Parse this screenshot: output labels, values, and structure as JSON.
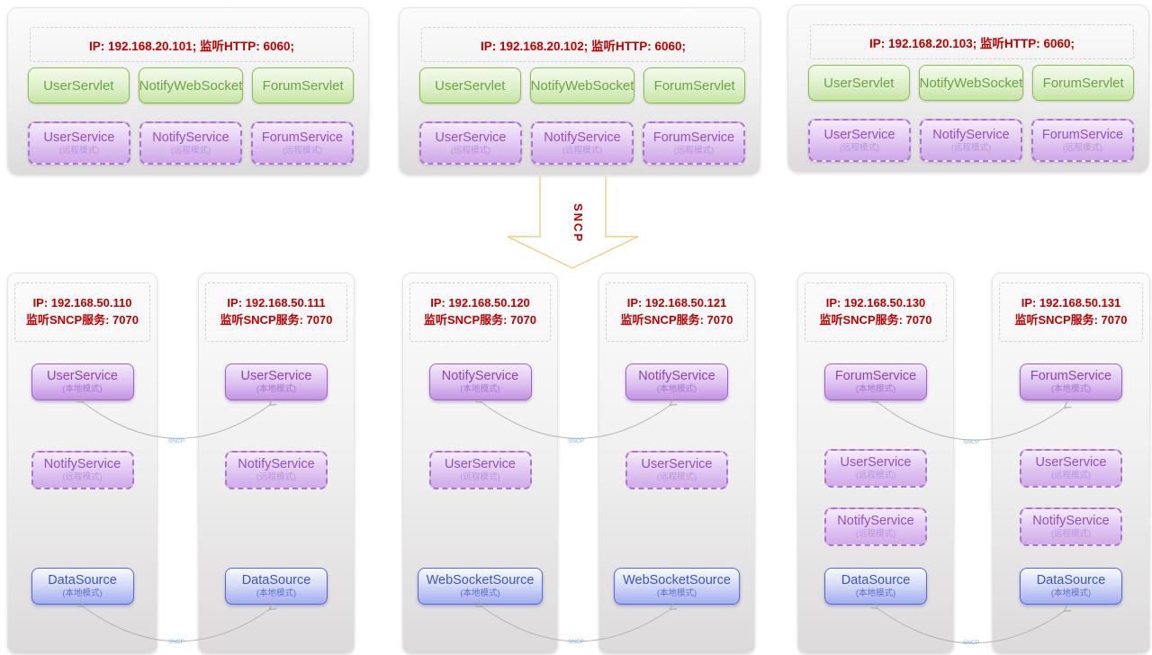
{
  "diagram": {
    "sncp_arrow_label": "SNCP",
    "connector_label": "SNCP",
    "top_servers": [
      {
        "ip": "IP: 192.168.20.101;  监听HTTP: 6060;",
        "servlets": [
          "UserServlet",
          "NotifyWebSocket",
          "ForumServlet"
        ],
        "services": [
          {
            "name": "UserService",
            "mode": "(远程模式)"
          },
          {
            "name": "NotifyService",
            "mode": "(远程模式)"
          },
          {
            "name": "ForumService",
            "mode": "(远程模式)"
          }
        ]
      },
      {
        "ip": "IP: 192.168.20.102;  监听HTTP: 6060;",
        "servlets": [
          "UserServlet",
          "NotifyWebSocket",
          "ForumServlet"
        ],
        "services": [
          {
            "name": "UserService",
            "mode": "(远程模式)"
          },
          {
            "name": "NotifyService",
            "mode": "(远程模式)"
          },
          {
            "name": "ForumService",
            "mode": "(远程模式)"
          }
        ]
      },
      {
        "ip": "IP: 192.168.20.103;  监听HTTP: 6060;",
        "servlets": [
          "UserServlet",
          "NotifyWebSocket",
          "ForumServlet"
        ],
        "services": [
          {
            "name": "UserService",
            "mode": "(远程模式)"
          },
          {
            "name": "NotifyService",
            "mode": "(远程模式)"
          },
          {
            "name": "ForumService",
            "mode": "(远程模式)"
          }
        ]
      }
    ],
    "bottom_servers": [
      {
        "ip_line1": "IP: 192.168.50.110",
        "ip_line2": "监听SNCP服务: 7070",
        "services": [
          {
            "name": "UserService",
            "mode": "(本地模式)",
            "style": "local"
          },
          {
            "name": "NotifyService",
            "mode": "(远程模式)",
            "style": "remote"
          },
          {
            "name": "DataSource",
            "mode": "(本地模式)",
            "style": "source"
          }
        ]
      },
      {
        "ip_line1": "IP: 192.168.50.111",
        "ip_line2": "监听SNCP服务: 7070",
        "services": [
          {
            "name": "UserService",
            "mode": "(本地模式)",
            "style": "local"
          },
          {
            "name": "NotifyService",
            "mode": "(远程模式)",
            "style": "remote"
          },
          {
            "name": "DataSource",
            "mode": "(本地模式)",
            "style": "source"
          }
        ]
      },
      {
        "ip_line1": "IP: 192.168.50.120",
        "ip_line2": "监听SNCP服务: 7070",
        "services": [
          {
            "name": "NotifyService",
            "mode": "(本地模式)",
            "style": "local"
          },
          {
            "name": "UserService",
            "mode": "(远程模式)",
            "style": "remote"
          },
          {
            "name": "WebSocketSource",
            "mode": "(本地模式)",
            "style": "source"
          }
        ]
      },
      {
        "ip_line1": "IP: 192.168.50.121",
        "ip_line2": "监听SNCP服务: 7070",
        "services": [
          {
            "name": "NotifyService",
            "mode": "(本地模式)",
            "style": "local"
          },
          {
            "name": "UserService",
            "mode": "(远程模式)",
            "style": "remote"
          },
          {
            "name": "WebSocketSource",
            "mode": "(本地模式)",
            "style": "source"
          }
        ]
      },
      {
        "ip_line1": "IP: 192.168.50.130",
        "ip_line2": "监听SNCP服务: 7070",
        "services": [
          {
            "name": "ForumService",
            "mode": "(本地模式)",
            "style": "local"
          },
          {
            "name": "UserService",
            "mode": "(远程模式)",
            "style": "remote"
          },
          {
            "name": "NotifyService",
            "mode": "(远程模式)",
            "style": "remote"
          },
          {
            "name": "DataSource",
            "mode": "(本地模式)",
            "style": "source"
          }
        ]
      },
      {
        "ip_line1": "IP: 192.168.50.131",
        "ip_line2": "监听SNCP服务: 7070",
        "services": [
          {
            "name": "ForumService",
            "mode": "(本地模式)",
            "style": "local"
          },
          {
            "name": "UserService",
            "mode": "(远程模式)",
            "style": "remote"
          },
          {
            "name": "NotifyService",
            "mode": "(远程模式)",
            "style": "remote"
          },
          {
            "name": "DataSource",
            "mode": "(本地模式)",
            "style": "source"
          }
        ]
      }
    ],
    "colors": {
      "ip_text_red": "#c00000",
      "servlet_green": "#6ba443",
      "service_purple": "#9350c0",
      "source_blue": "#3b55cb",
      "arrow_gold": "#f0cd84",
      "connector_gray": "#b3b3b3",
      "connector_label_blue": "#8ab2d8"
    }
  }
}
